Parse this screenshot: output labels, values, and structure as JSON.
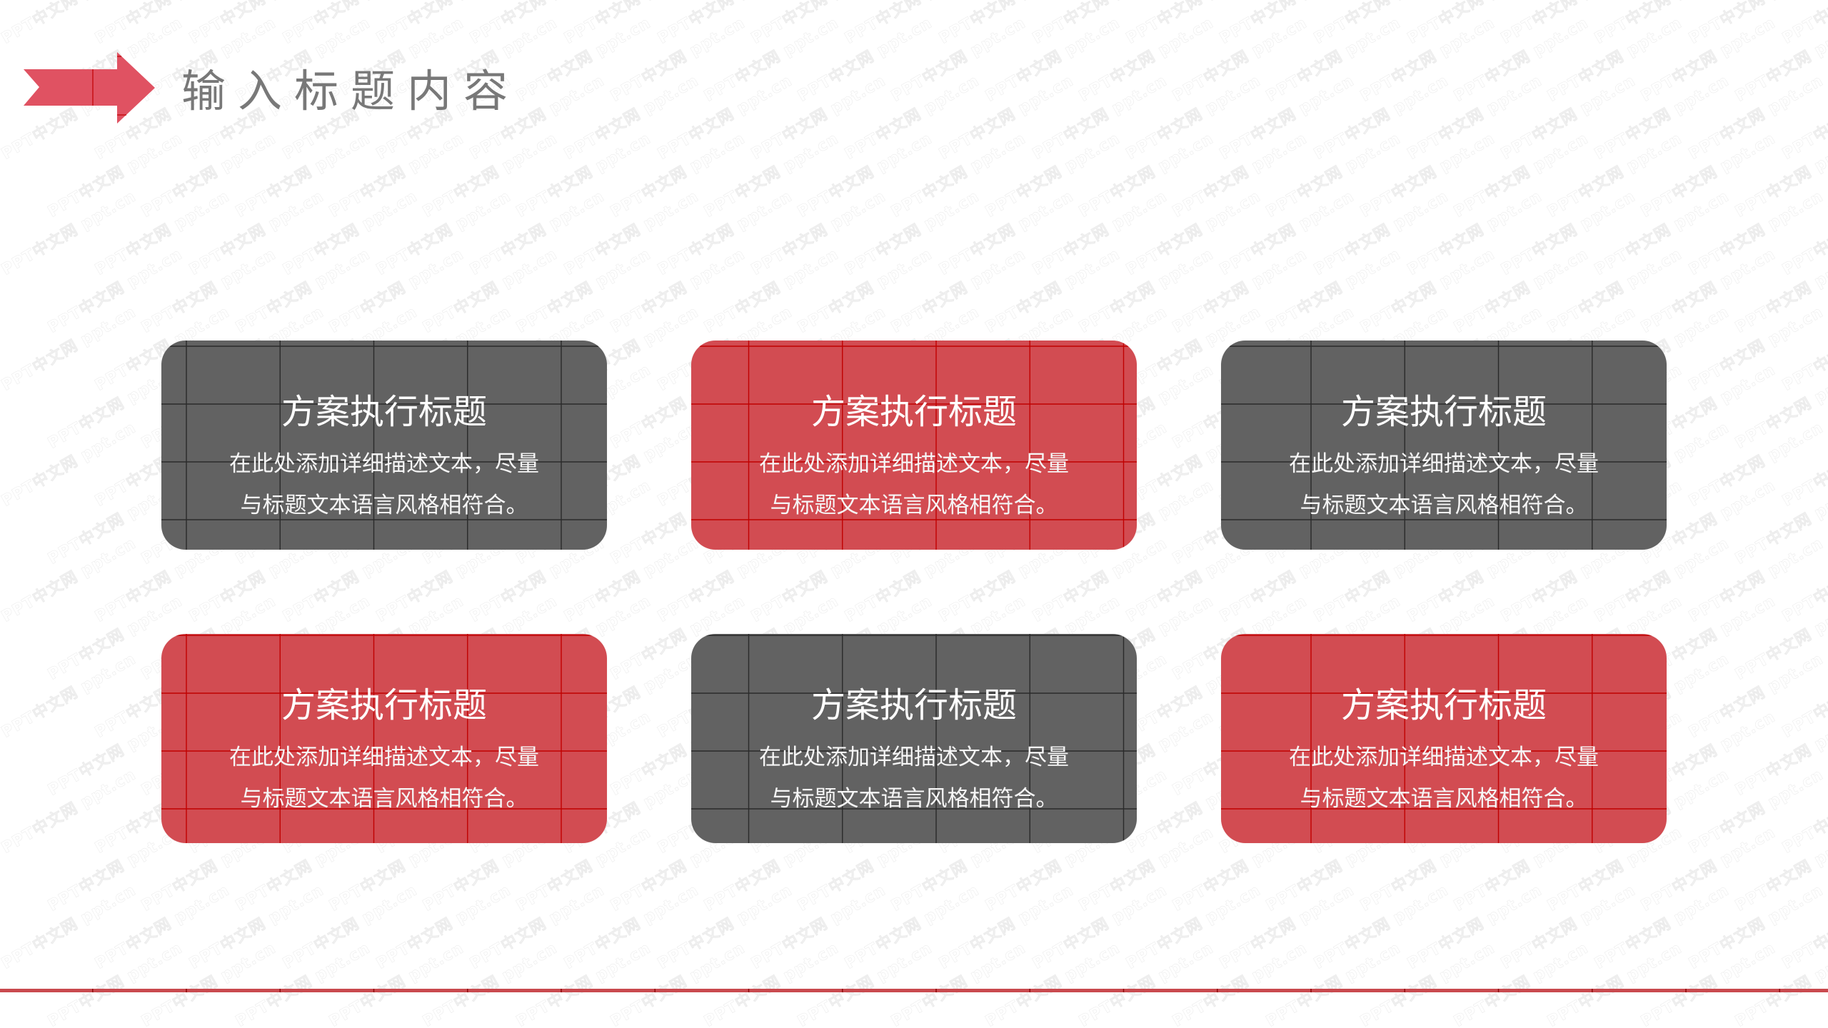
{
  "slide": {
    "title": "输入标题内容",
    "watermark": {
      "text_a": "PPT中文网",
      "text_b": "ppt.cn"
    },
    "colors": {
      "accent_red": "#d24c52",
      "arrow_red": "#e05262",
      "dark_gray": "#626262",
      "title_gray": "#787878",
      "red_grid_line": "#c00000",
      "dark_grid_line": "#2a2a2a",
      "bottom_line": "#c94a4f",
      "card_text": "#ffffff"
    },
    "header": {
      "icon": "arrow-right-icon"
    }
  },
  "cards": [
    {
      "theme": "dark",
      "title": "方案执行标题",
      "desc_line1": "在此处添加详细描述文本，尽量",
      "desc_line2": "与标题文本语言风格相符合。"
    },
    {
      "theme": "red",
      "title": "方案执行标题",
      "desc_line1": "在此处添加详细描述文本，尽量",
      "desc_line2": "与标题文本语言风格相符合。"
    },
    {
      "theme": "dark",
      "title": "方案执行标题",
      "desc_line1": "在此处添加详细描述文本，尽量",
      "desc_line2": "与标题文本语言风格相符合。"
    },
    {
      "theme": "red",
      "title": "方案执行标题",
      "desc_line1": "在此处添加详细描述文本，尽量",
      "desc_line2": "与标题文本语言风格相符合。"
    },
    {
      "theme": "dark",
      "title": "方案执行标题",
      "desc_line1": "在此处添加详细描述文本，尽量",
      "desc_line2": "与标题文本语言风格相符合。"
    },
    {
      "theme": "red",
      "title": "方案执行标题",
      "desc_line1": "在此处添加详细描述文本，尽量",
      "desc_line2": "与标题文本语言风格相符合。"
    }
  ]
}
